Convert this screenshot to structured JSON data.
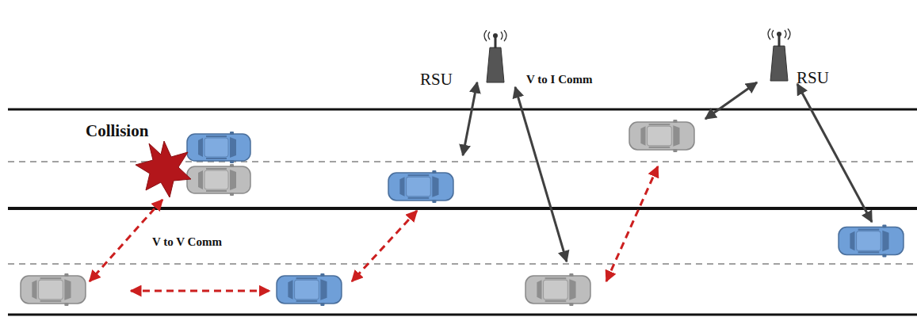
{
  "diagram": {
    "labels": [
      "Collision",
      "RSU",
      "V to I Comm",
      "RSU",
      "V to V Comm"
    ]
  }
}
